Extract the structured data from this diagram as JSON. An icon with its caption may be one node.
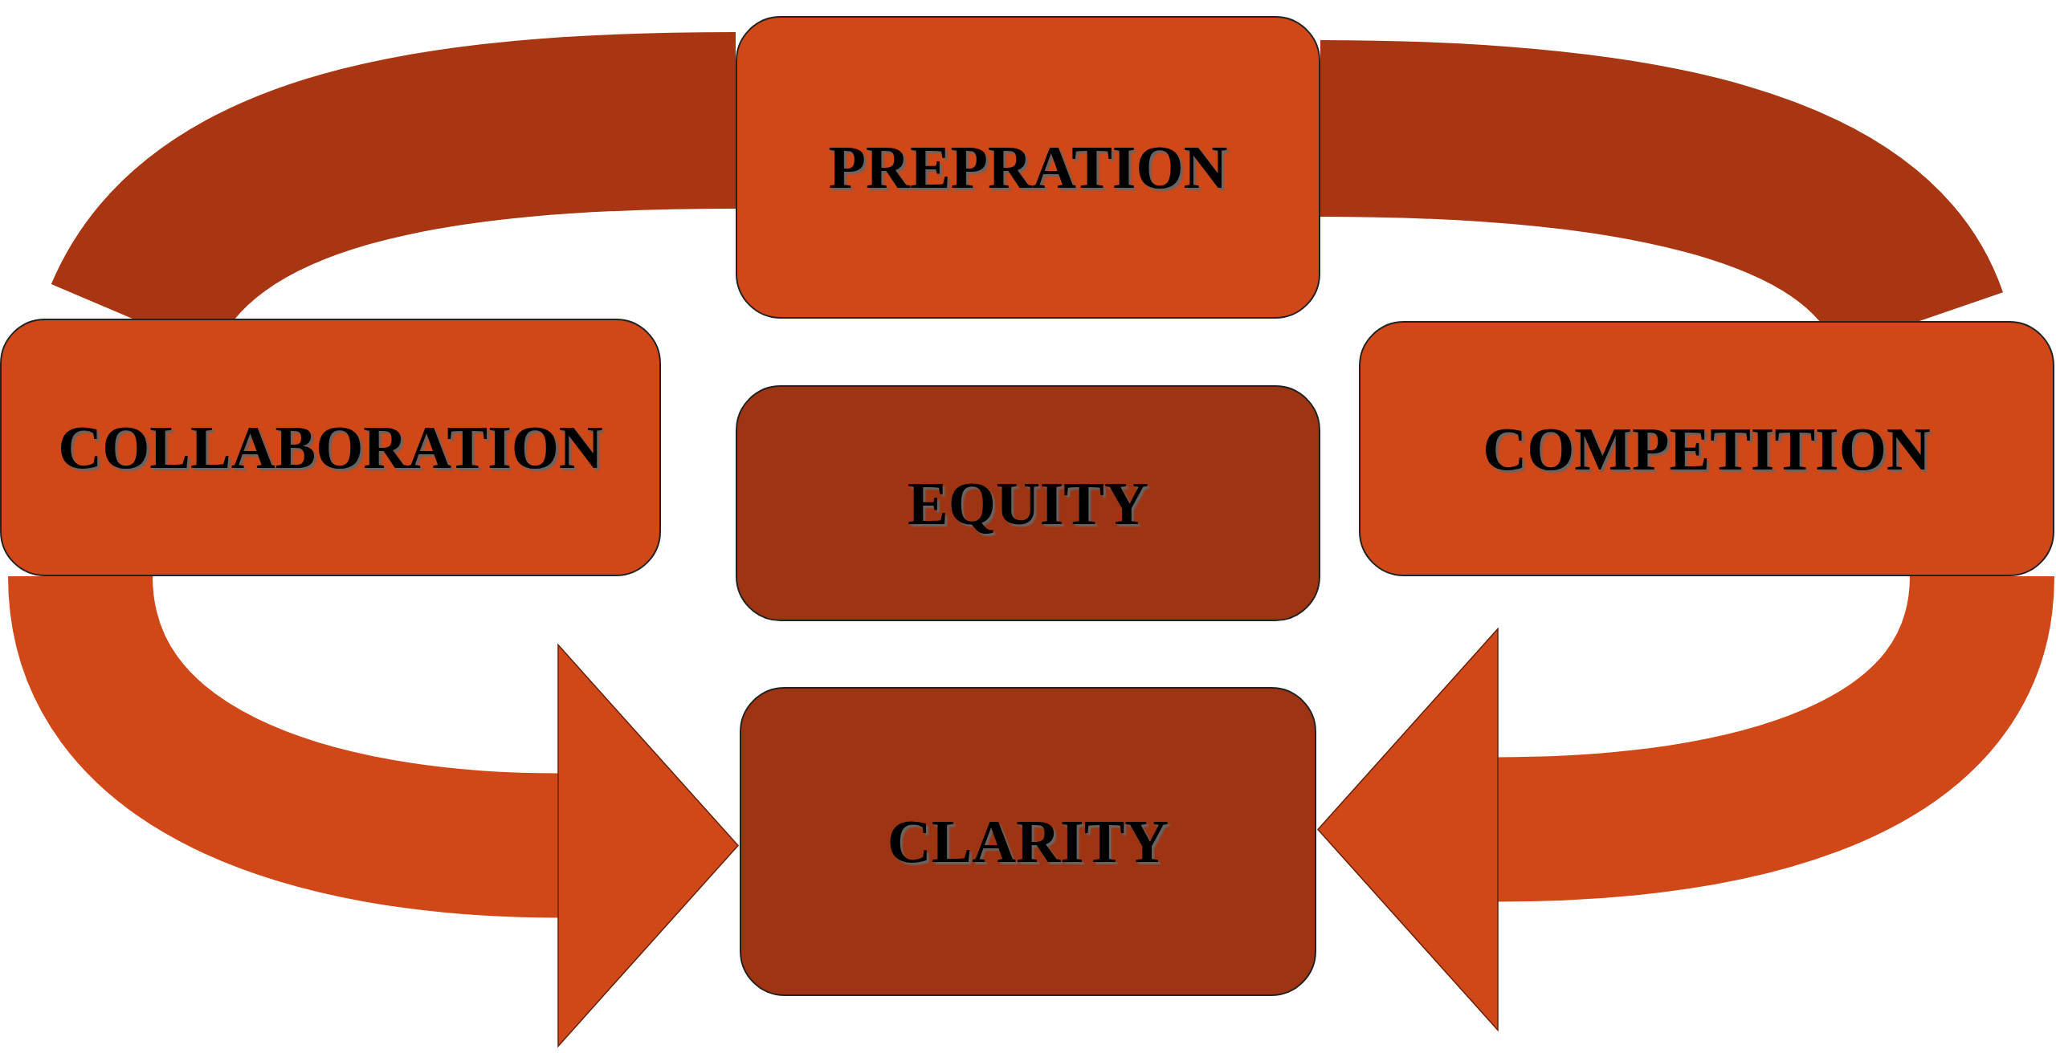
{
  "diagram": {
    "nodes": [
      {
        "text": [
          "PREPRATION"
        ]
      },
      {
        "text": [
          "COLLABORATION"
        ]
      },
      {
        "text": [
          "EQUITY"
        ]
      },
      {
        "text": [
          "COMPETITION"
        ]
      },
      {
        "text": [
          "CLARITY"
        ]
      }
    ],
    "edges": [
      {
        "from": 1,
        "to": 0,
        "arrow": "none",
        "color": "#a83612"
      },
      {
        "from": 0,
        "to": 3,
        "arrow": "none",
        "color": "#a83612"
      },
      {
        "from": 1,
        "to": 4,
        "arrow": "to"
      },
      {
        "from": 3,
        "to": 4,
        "arrow": "to"
      }
    ]
  }
}
